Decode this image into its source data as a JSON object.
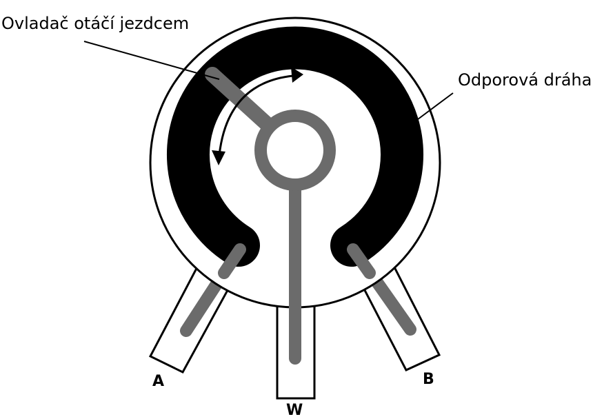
{
  "labels": {
    "wiper_control": "Ovladač otáčí jezdcem",
    "resistive_track": "Odporová dráha"
  },
  "pins": {
    "a": "A",
    "w": "W",
    "b": "B"
  }
}
